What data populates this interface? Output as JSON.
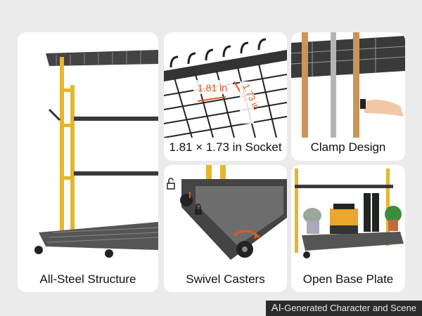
{
  "panels": {
    "structure": {
      "caption": "All-Steel Structure"
    },
    "socket": {
      "caption": "1.81 × 1.73 in Socket",
      "dim_a": "1.81 in",
      "dim_b": "1.73 in"
    },
    "clamp": {
      "caption": "Clamp Design"
    },
    "casters": {
      "caption": "Swivel Casters"
    },
    "base": {
      "caption": "Open Base Plate"
    }
  },
  "footnote": {
    "prefix": "AI",
    "text": "-Generated Character and Scene"
  },
  "colors": {
    "frame_yellow": "#e6b62d",
    "frame_dark": "#3a3a3a",
    "dimension_orange": "#e25a1c",
    "wood_handle": "#c9955a"
  },
  "icons": [
    "unlock-icon",
    "lock-icon",
    "rotate-arrow-icon",
    "down-arrow-icon"
  ]
}
